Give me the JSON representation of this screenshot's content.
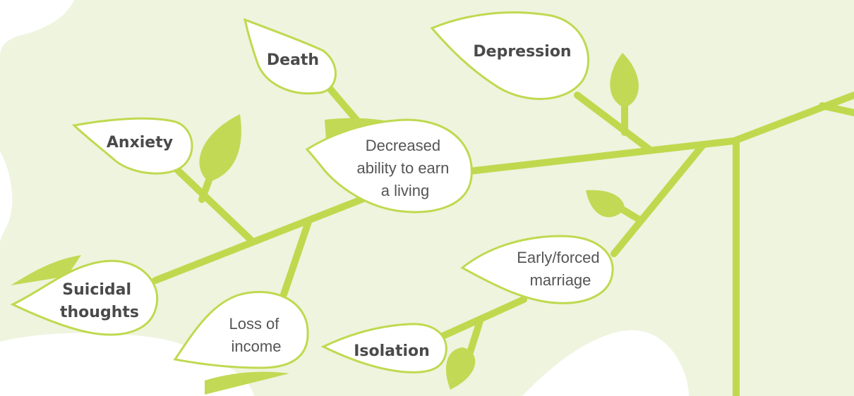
{
  "diagram": {
    "colors": {
      "background": "#eef4de",
      "blob": "#ffffff",
      "branch": "#bfd94f",
      "leaf": "#c2d955",
      "bubble_fill": "#ffffff",
      "bubble_stroke": "#bfd94f",
      "text_bold": "#4a4a4a",
      "text_light": "#555555"
    },
    "labels": {
      "death": "Death",
      "depression": "Depression",
      "anxiety": "Anxiety",
      "decreased_ability": [
        "Decreased",
        "ability to earn",
        "a living"
      ],
      "suicidal_thoughts": [
        "Suicidal",
        "thoughts"
      ],
      "loss_of_income": [
        "Loss of",
        "income"
      ],
      "early_forced_marriage": [
        "Early/forced",
        "marriage"
      ],
      "isolation": "Isolation"
    }
  }
}
